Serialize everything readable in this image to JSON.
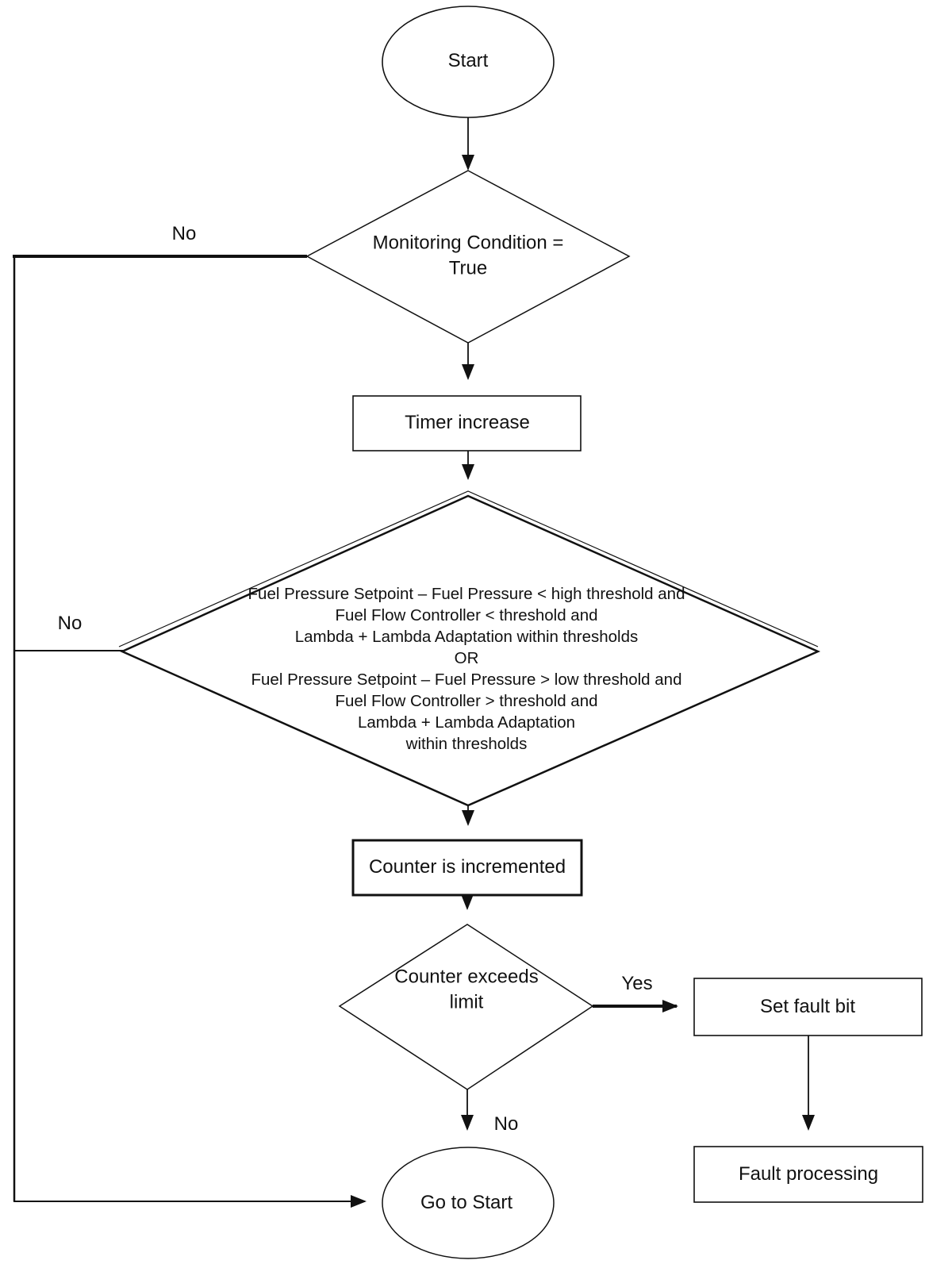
{
  "diagram": {
    "type": "flowchart",
    "colors": {
      "ink": "#111111",
      "background": "#ffffff"
    },
    "nodes": {
      "start": {
        "shape": "terminator",
        "label": "Start"
      },
      "monitoring_condition": {
        "shape": "decision",
        "label": "Monitoring Condition =\nTrue"
      },
      "timer_increase": {
        "shape": "process",
        "label": "Timer increase"
      },
      "fuel_pressure_check": {
        "shape": "decision",
        "label": "Fuel Pressure Setpoint – Fuel Pressure < high threshold and\nFuel Flow Controller < threshold and\nLambda + Lambda Adaptation within thresholds\nOR\nFuel Pressure Setpoint – Fuel Pressure > low threshold and\nFuel Flow Controller > threshold and\nLambda + Lambda Adaptation\nwithin thresholds"
      },
      "counter_incremented": {
        "shape": "process",
        "label": "Counter is incremented"
      },
      "counter_exceeds_limit": {
        "shape": "decision",
        "label": "Counter exceeds\nlimit"
      },
      "set_fault_bit": {
        "shape": "process",
        "label": "Set fault bit"
      },
      "fault_processing": {
        "shape": "process",
        "label": "Fault processing"
      },
      "go_to_start": {
        "shape": "terminator",
        "label": "Go to Start"
      }
    },
    "edge_labels": {
      "monitoring_no": "No",
      "fuel_check_no": "No",
      "counter_yes": "Yes",
      "counter_no": "No"
    }
  }
}
